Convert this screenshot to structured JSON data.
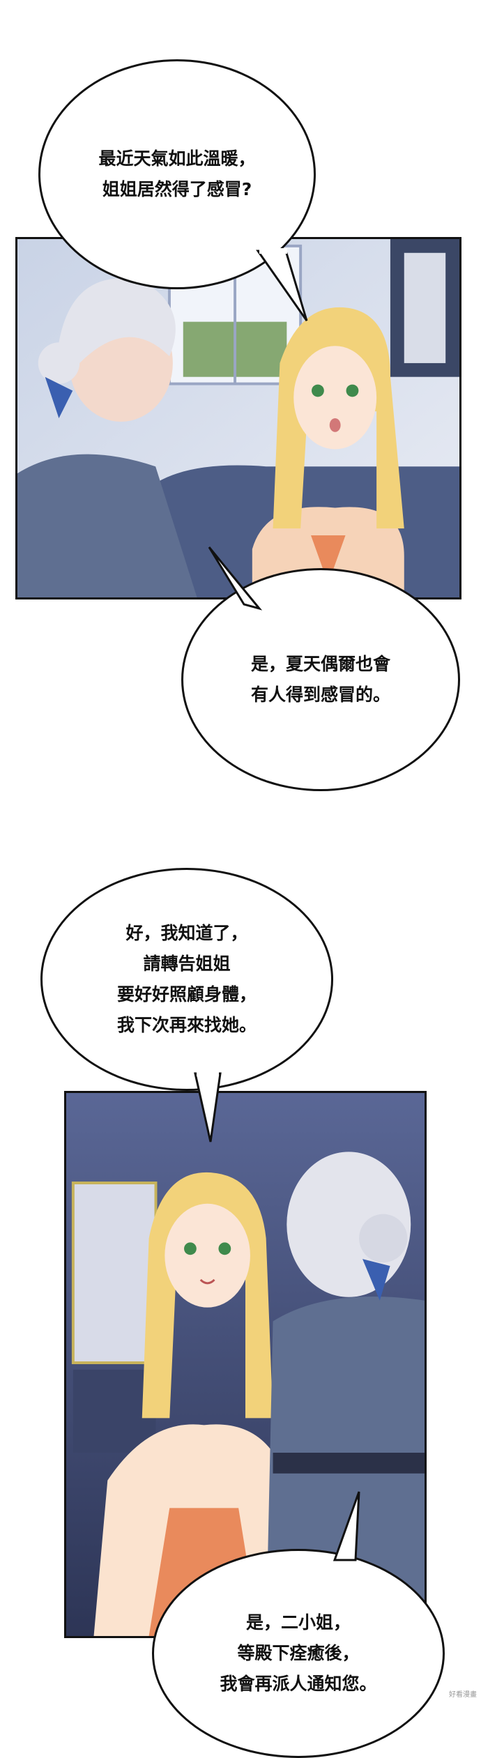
{
  "bubbles": {
    "b1": "最近天氣如此溫暖，\n姐姐居然得了感冒?",
    "b2": "是，夏天偶爾也會\n有人得到感冒的。",
    "b3": "好，我知道了，\n請轉告姐姐\n要好好照顧身體，\n我下次再來找她。",
    "b4": "是，二小姐，\n等殿下痊癒後，\n我會再派人通知您。"
  },
  "watermark": "好看漫畫",
  "colors": {
    "ink": "#111111",
    "bg": "#ffffff",
    "hair_blonde": "#f2d27a",
    "dress_orange": "#e98a5c",
    "coat_blue": "#5f6f91"
  }
}
